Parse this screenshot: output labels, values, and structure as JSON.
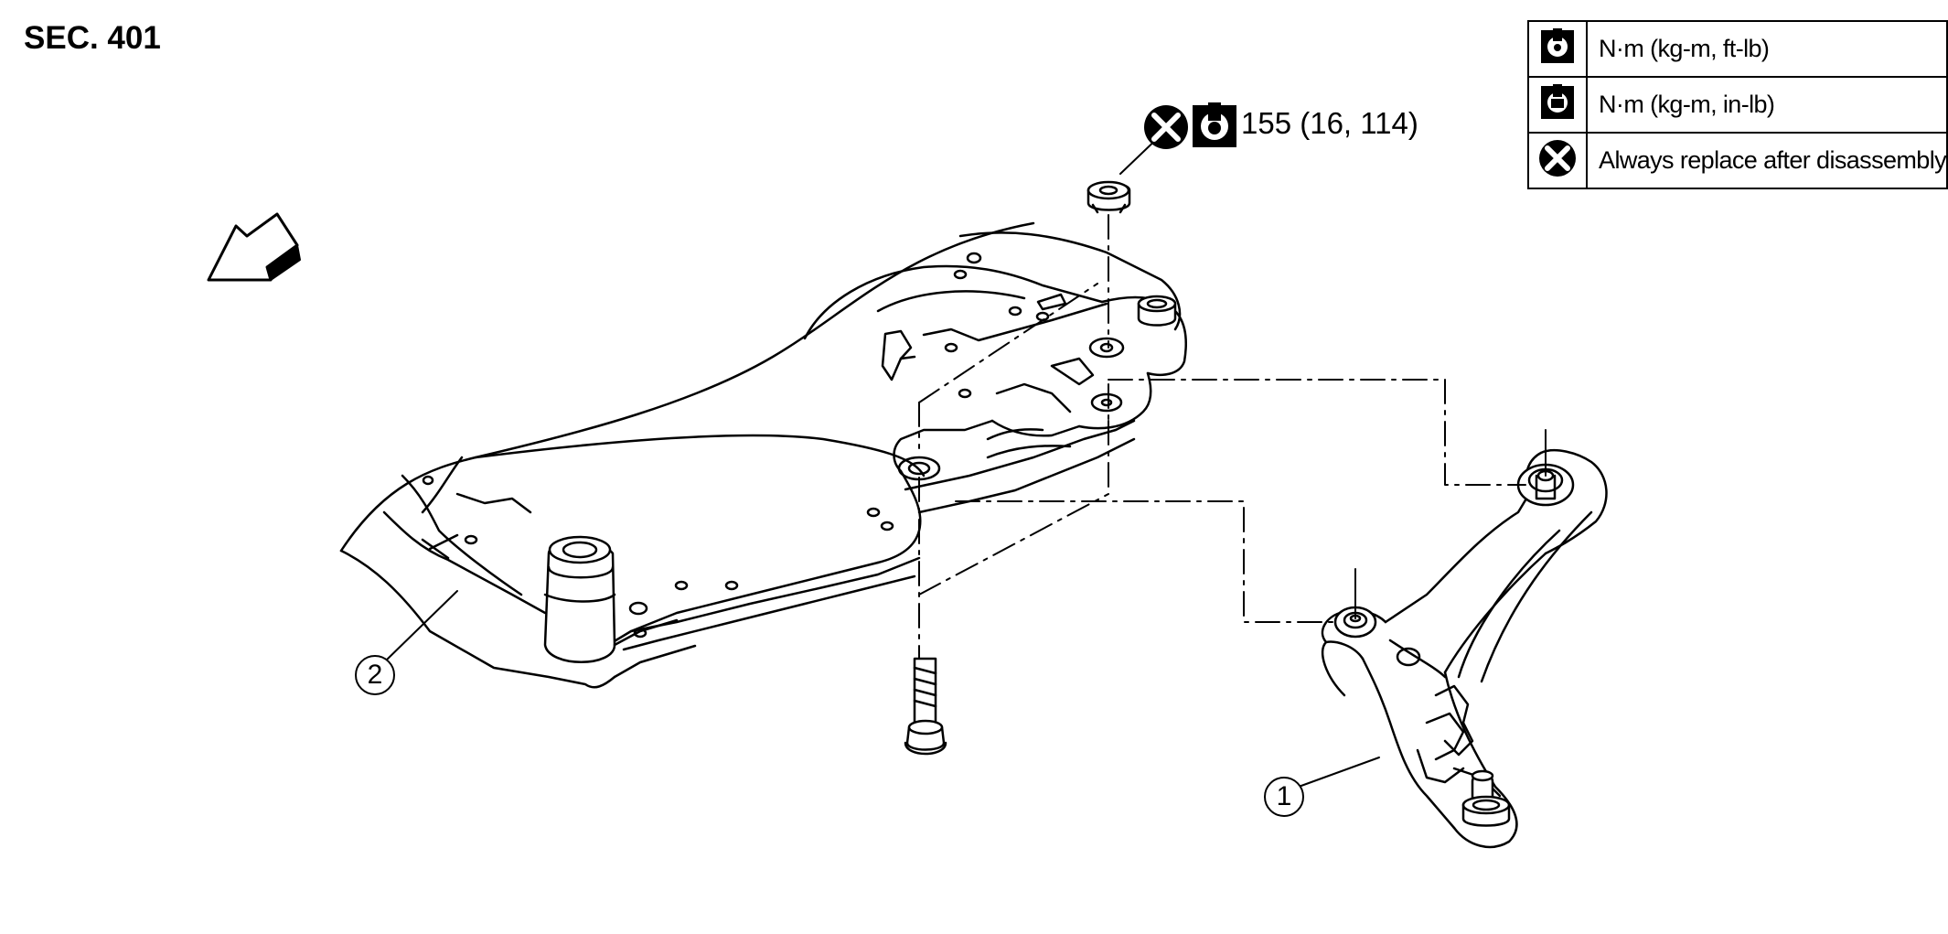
{
  "section": "SEC. 401",
  "torque_callout": {
    "value": "155 (16, 114)",
    "icons": [
      "always-replace-icon",
      "torque-wrench-icon"
    ]
  },
  "legend": [
    {
      "icon": "torque-wrench-ft-lb-icon",
      "text": "N·m (kg-m, ft-lb)"
    },
    {
      "icon": "torque-wrench-in-lb-icon",
      "text": "N·m (kg-m, in-lb)"
    },
    {
      "icon": "always-replace-icon",
      "text": "Always replace after disassembly"
    }
  ],
  "parts": [
    {
      "number": "1",
      "component": "transverse-link"
    },
    {
      "number": "2",
      "component": "front-suspension-member"
    }
  ],
  "colors": {
    "line": "#000000",
    "background": "#ffffff"
  }
}
